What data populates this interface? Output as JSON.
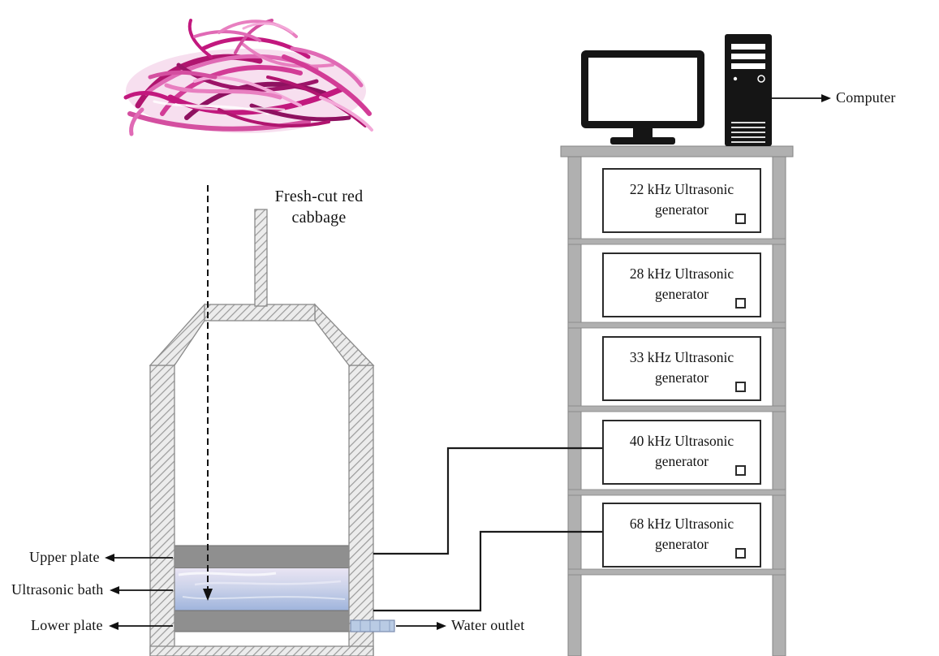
{
  "labels": {
    "fresh_cut": "Fresh-cut red cabbage",
    "upper_plate": "Upper plate",
    "ultrasonic_bath": "Ultrasonic bath",
    "lower_plate": "Lower plate",
    "water_outlet": "Water outlet",
    "computer": "Computer"
  },
  "generators": [
    {
      "label": "22 kHz Ultrasonic generator"
    },
    {
      "label": "28 kHz Ultrasonic generator"
    },
    {
      "label": "33 kHz Ultrasonic generator"
    },
    {
      "label": "40 kHz Ultrasonic generator"
    },
    {
      "label": "68 kHz Ultrasonic generator"
    }
  ],
  "icons": {
    "monitor": "monitor-icon",
    "tower": "computer-tower-icon",
    "cabbage": "red-cabbage-image",
    "indicator": "generator-indicator-square"
  },
  "colors": {
    "cabbage_magenta": "#c2187e",
    "cabbage_light": "#e87fc0",
    "water_blue": "#9fb4dc",
    "plate_gray": "#8f8f8f",
    "rack_gray": "#b0b0b0",
    "hatch_gray": "#9a9a9a",
    "line_black": "#1a1a1a"
  }
}
